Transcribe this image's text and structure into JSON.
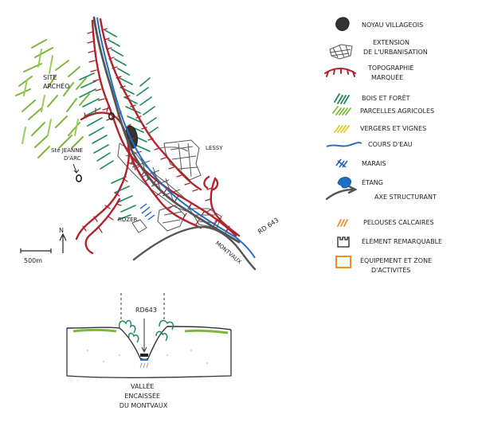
{
  "map": {
    "labels": {
      "site_archeo": [
        "SITE",
        "ARCHÉO"
      ],
      "ste_jeanne": [
        "Ste JEANNE",
        "D'ARC"
      ],
      "lessy": "LESSY",
      "rozer": "ROZER.",
      "rd643": "RD 643",
      "montvaux": "MONTVAUX",
      "north": "N",
      "scale": "500m"
    }
  },
  "legend": {
    "items": [
      {
        "icon": "village-core-icon",
        "label": [
          "NOYAU VILLAGEOIS"
        ]
      },
      {
        "icon": "urban-extension-icon",
        "label": [
          "EXTENSION",
          "DE L'URBANISATION"
        ]
      },
      {
        "icon": "topography-icon",
        "label": [
          "TOPOGRAPHIE",
          "MARQUÉE"
        ]
      },
      {
        "icon": "forest-icon",
        "label": [
          "BOIS ET FORÊT"
        ]
      },
      {
        "icon": "agricultural-parcel-icon",
        "label": [
          "PARCELLES AGRICOLES"
        ]
      },
      {
        "icon": "orchard-vineyard-icon",
        "label": [
          "VERGERS ET VIGNES"
        ]
      },
      {
        "icon": "watercourse-icon",
        "label": [
          "COURS D'EAU"
        ]
      },
      {
        "icon": "marsh-icon",
        "label": [
          "MARAIS"
        ]
      },
      {
        "icon": "pond-icon",
        "label": [
          "ÉTANG"
        ]
      },
      {
        "icon": "main-axis-icon",
        "label": [
          "AXE STRUCTURANT"
        ]
      },
      {
        "icon": "limestone-lawn-icon",
        "label": [
          "PELOUSES CALCAIRES"
        ]
      },
      {
        "icon": "remarkable-element-icon",
        "label": [
          "ÉLÉMENT REMARQUABLE"
        ]
      },
      {
        "icon": "equipment-zone-icon",
        "label": [
          "ÉQUIPEMENT ET ZONE",
          "D'ACTIVITÉS"
        ]
      }
    ],
    "colors": {
      "village": "#333333",
      "urban": "#555555",
      "topography": "#b0242e",
      "forest": "#1e8a5a",
      "agricultural": "#7db83a",
      "orchard": "#e8c820",
      "water": "#1f6fc4",
      "axis": "#555555",
      "lawn": "#f08c2a"
    }
  },
  "section": {
    "road_label": "RD643",
    "caption": [
      "VALLÉE",
      "ENCAISSÉE",
      "DU MONTVAUX"
    ]
  }
}
